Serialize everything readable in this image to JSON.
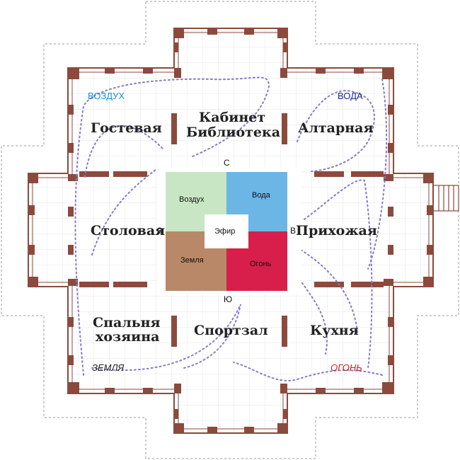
{
  "rooms": {
    "guest": "Гостевая",
    "cabinet_line1": "Кабинет",
    "cabinet_line2": "Библиотека",
    "altar": "Алтарная",
    "dining": "Столовая",
    "hallway": "Прихожая",
    "bedroom_line1": "Спальня",
    "bedroom_line2": "хозяина",
    "gym": "Спортзал",
    "kitchen": "Кухня"
  },
  "corners": {
    "air": "ВОЗДУХ",
    "water": "ВОДА",
    "earth": "ЗЕМЛЯ",
    "fire": "ОГОНЬ"
  },
  "compass": {
    "north": "С",
    "south": "Ю",
    "west": "З",
    "east": "В"
  },
  "elements": {
    "air": "Воздух",
    "water": "Вода",
    "earth": "Земля",
    "fire": "Огонь",
    "ether": "Эфир"
  },
  "colors": {
    "wall": "#8b4a3c",
    "grid": "#e4e4e4",
    "outline": "#999999",
    "path": "#8a7ac8",
    "air_quadrant": "#c8e6c4",
    "water_quadrant": "#6cb6e6",
    "earth_quadrant": "#b98868",
    "fire_quadrant": "#d81e4a",
    "air_text": "#1a8fd6",
    "water_text": "#1c2a8a",
    "earth_text": "#222222",
    "fire_text": "#c81e1e"
  }
}
